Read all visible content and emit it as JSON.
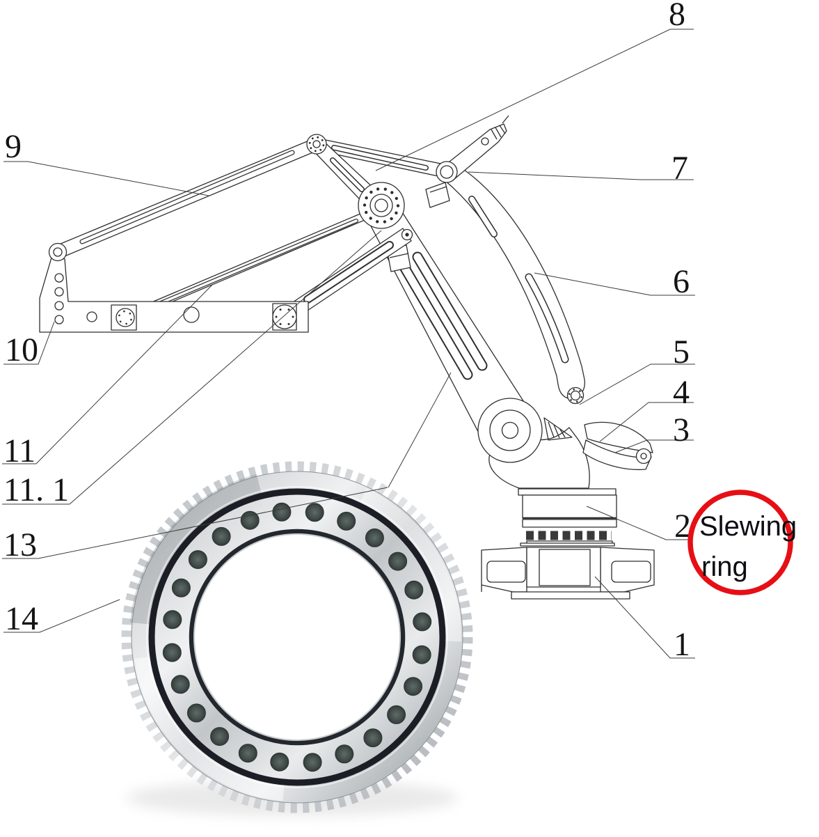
{
  "figure": {
    "background": "#ffffff",
    "drawing_stroke": "#2e2e2e",
    "leader_stroke": "#3a3a3a"
  },
  "callouts": {
    "c1": {
      "label": "1"
    },
    "c2": {
      "label": "2"
    },
    "c3": {
      "label": "3"
    },
    "c4": {
      "label": "4"
    },
    "c5": {
      "label": "5"
    },
    "c6": {
      "label": "6"
    },
    "c7": {
      "label": "7"
    },
    "c8": {
      "label": "8"
    },
    "c9": {
      "label": "9"
    },
    "c10": {
      "label": "10"
    },
    "c11": {
      "label": "11"
    },
    "c11_1": {
      "label": "11. 1"
    },
    "c13": {
      "label": "13"
    },
    "c14": {
      "label": "14"
    }
  },
  "annotation": {
    "line1": "Slewing",
    "line2": "ring",
    "circle_color": "#e60f15",
    "text_color": "#0c0c12"
  },
  "photo": {
    "bolt_hole_count": 24,
    "gear_teeth_count": 88,
    "seal_ring_color": "#1b1e25",
    "inner_ring_color": "#23272e",
    "metal_light": "#f0f1f2",
    "metal_mid": "#c2c6c9",
    "metal_dark": "#9aa0a5"
  }
}
